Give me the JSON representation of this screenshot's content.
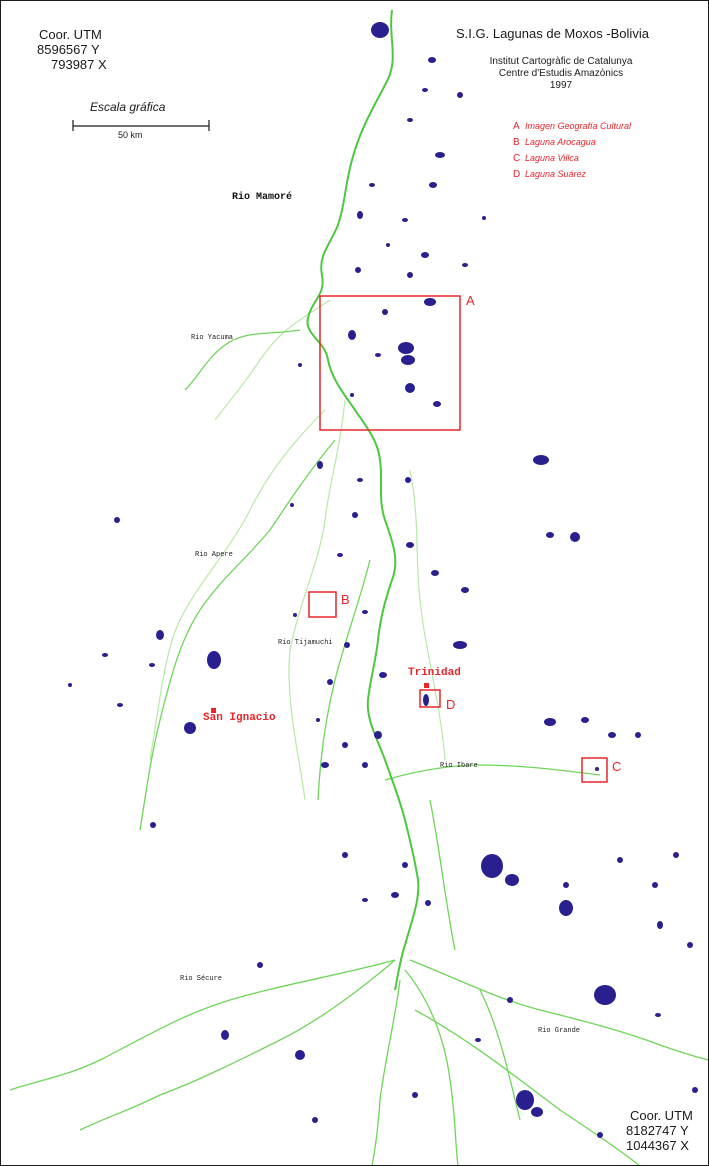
{
  "header": {
    "title": "S.I.G. Lagunas de Moxos -Bolivia",
    "institution_1": "Institut Cartogràfic de Catalunya",
    "institution_2": "Centre d'Estudis Amazònics",
    "year": "1997"
  },
  "coords_top_left": {
    "label": "Coor. UTM",
    "y": "8596567 Y",
    "x": "793987 X"
  },
  "coords_bottom_right": {
    "label": "Coor. UTM",
    "y": "8182747 Y",
    "x": "1044367 X"
  },
  "scale": {
    "title": "Escala gráfica",
    "distance": "50 km"
  },
  "legend": [
    {
      "key": "A",
      "label": "Imagen Geografía Cultural"
    },
    {
      "key": "B",
      "label": "Laguna Arocagua"
    },
    {
      "key": "C",
      "label": "Laguna Villca"
    },
    {
      "key": "D",
      "label": "Laguna Suárez"
    }
  ],
  "rivers": {
    "mamore": "Rio Mamoré",
    "tacuma": "Rio Yacuma",
    "apere": "Rio Apere",
    "tijamuchi": "Rio Tijamuchi",
    "ibare": "Rio Ibare",
    "secure": "Rio Sécure",
    "grande": "Rio Grande"
  },
  "towns": {
    "trinidad": "Trinidad",
    "san_ignacio": "San Ignacio"
  },
  "colors": {
    "river": "#5fcf4f",
    "lagoon": "#2a1f8f",
    "marker": "#e8262b"
  }
}
